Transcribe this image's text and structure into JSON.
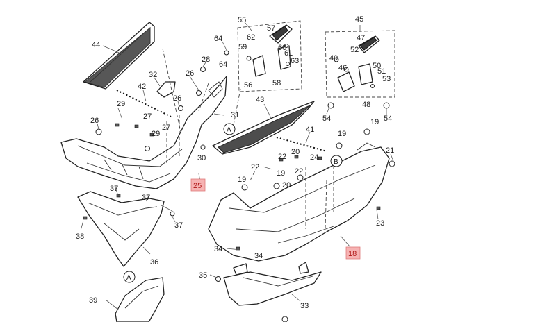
{
  "callouts": [
    {
      "id": "44",
      "text": "44"
    },
    {
      "id": "32",
      "text": "32"
    },
    {
      "id": "42",
      "text": "42"
    },
    {
      "id": "26a",
      "text": "26"
    },
    {
      "id": "26b",
      "text": "26"
    },
    {
      "id": "26c",
      "text": "26"
    },
    {
      "id": "28",
      "text": "28"
    },
    {
      "id": "64a",
      "text": "64"
    },
    {
      "id": "64b",
      "text": "64"
    },
    {
      "id": "55",
      "text": "55"
    },
    {
      "id": "62",
      "text": "62"
    },
    {
      "id": "59",
      "text": "59"
    },
    {
      "id": "57",
      "text": "57"
    },
    {
      "id": "60",
      "text": "60"
    },
    {
      "id": "61",
      "text": "61"
    },
    {
      "id": "63",
      "text": "63"
    },
    {
      "id": "56",
      "text": "56"
    },
    {
      "id": "58",
      "text": "58"
    },
    {
      "id": "45",
      "text": "45"
    },
    {
      "id": "47",
      "text": "47"
    },
    {
      "id": "49",
      "text": "49"
    },
    {
      "id": "52",
      "text": "52"
    },
    {
      "id": "46",
      "text": "46"
    },
    {
      "id": "50",
      "text": "50"
    },
    {
      "id": "51",
      "text": "51"
    },
    {
      "id": "53",
      "text": "53"
    },
    {
      "id": "48",
      "text": "48"
    },
    {
      "id": "54a",
      "text": "54"
    },
    {
      "id": "54b",
      "text": "54"
    },
    {
      "id": "29a",
      "text": "29"
    },
    {
      "id": "29b",
      "text": "29"
    },
    {
      "id": "27a",
      "text": "27"
    },
    {
      "id": "27b",
      "text": "27"
    },
    {
      "id": "31",
      "text": "31"
    },
    {
      "id": "43",
      "text": "43"
    },
    {
      "id": "41",
      "text": "41"
    },
    {
      "id": "19a",
      "text": "19"
    },
    {
      "id": "19b",
      "text": "19"
    },
    {
      "id": "19c",
      "text": "19"
    },
    {
      "id": "19d",
      "text": "19"
    },
    {
      "id": "30",
      "text": "30"
    },
    {
      "id": "20a",
      "text": "20"
    },
    {
      "id": "20b",
      "text": "20"
    },
    {
      "id": "22a",
      "text": "22"
    },
    {
      "id": "22b",
      "text": "22"
    },
    {
      "id": "22c",
      "text": "22"
    },
    {
      "id": "24",
      "text": "24"
    },
    {
      "id": "21",
      "text": "21"
    },
    {
      "id": "37a",
      "text": "37"
    },
    {
      "id": "37b",
      "text": "37"
    },
    {
      "id": "37c",
      "text": "37"
    },
    {
      "id": "38",
      "text": "38"
    },
    {
      "id": "36",
      "text": "36"
    },
    {
      "id": "23",
      "text": "23"
    },
    {
      "id": "34a",
      "text": "34"
    },
    {
      "id": "34b",
      "text": "34"
    },
    {
      "id": "35",
      "text": "35"
    },
    {
      "id": "33",
      "text": "33"
    },
    {
      "id": "39",
      "text": "39"
    }
  ],
  "highlighted_callouts": [
    {
      "id": "25",
      "text": "25"
    },
    {
      "id": "18",
      "text": "18"
    }
  ],
  "reference_markers": [
    {
      "id": "A1",
      "text": "A"
    },
    {
      "id": "B1",
      "text": "B"
    },
    {
      "id": "A2",
      "text": "A"
    }
  ],
  "colors": {
    "highlight_fill": "#f6b3b3",
    "highlight_text": "#b01818",
    "line": "#222222"
  }
}
